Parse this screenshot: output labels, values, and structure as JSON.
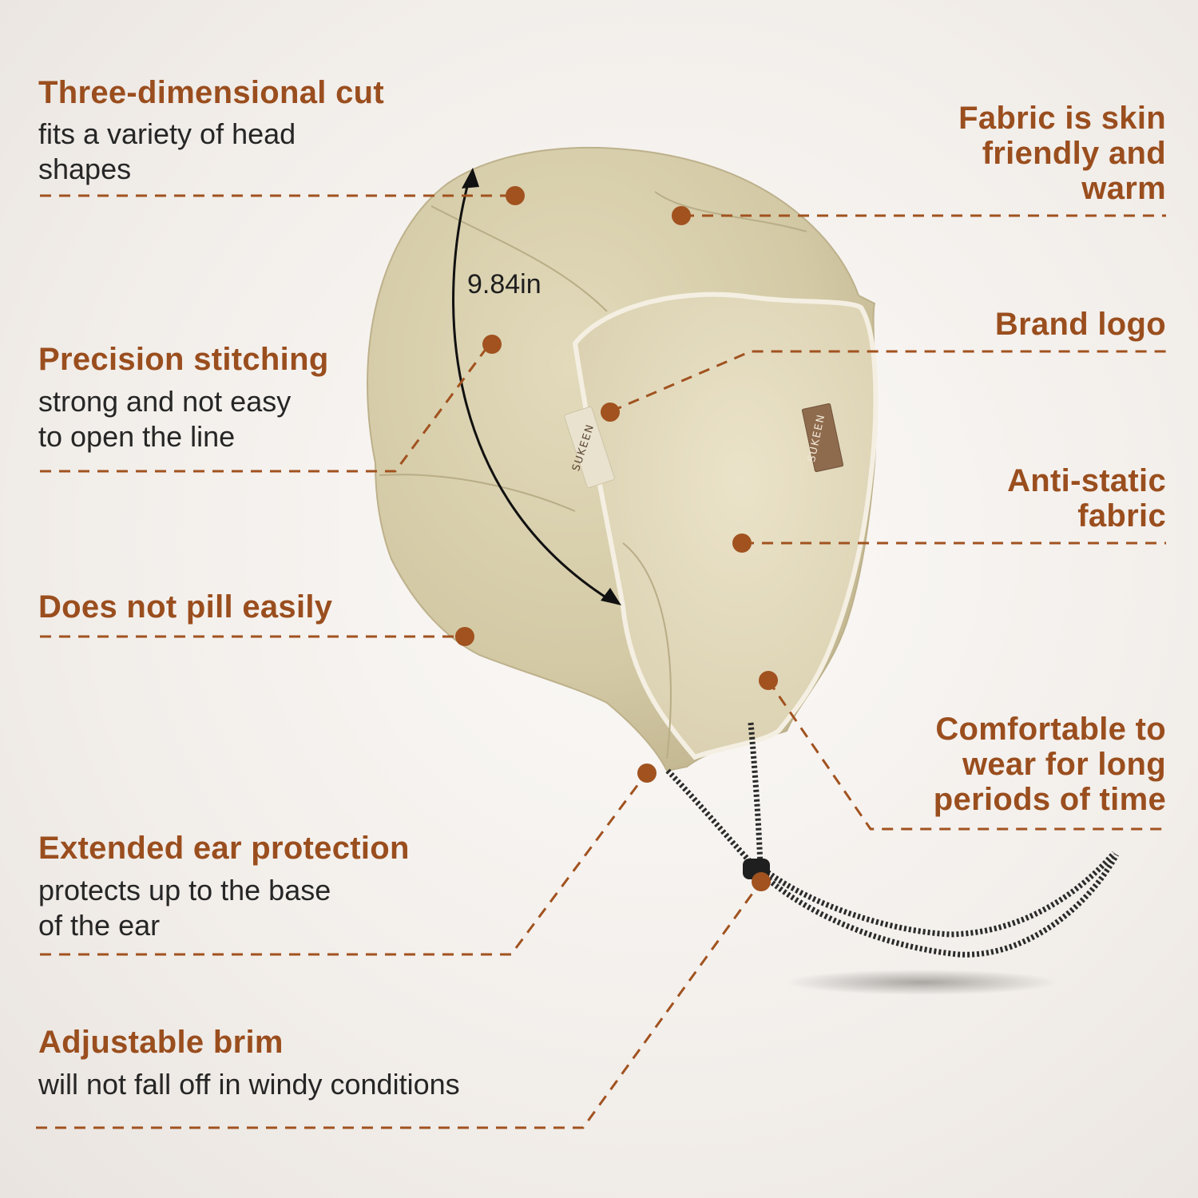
{
  "colors": {
    "accent": "#9a4e1e",
    "leader_dot": "#a1521f",
    "hat_fabric": "#d6cdaa",
    "hat_inner": "#e6ddc0",
    "text_dark": "#262626"
  },
  "dimension": {
    "label": "9.84in"
  },
  "brand": {
    "tag_text": "SUKEEN"
  },
  "features_left": [
    {
      "title": "Three-dimensional cut",
      "desc": "fits a variety of head\nshapes"
    },
    {
      "title": "Precision stitching",
      "desc": "strong and not easy\nto open the line"
    },
    {
      "title": "Does not pill easily",
      "desc": ""
    },
    {
      "title": "Extended ear protection",
      "desc": "protects up to the base\nof the ear"
    },
    {
      "title": "Adjustable brim",
      "desc": "will not fall off in windy conditions"
    }
  ],
  "features_right": [
    {
      "title": "Fabric is skin\nfriendly and\nwarm"
    },
    {
      "title": "Brand logo"
    },
    {
      "title": "Anti-static\nfabric"
    },
    {
      "title": "Comfortable to\nwear for long\nperiods of time"
    }
  ],
  "icons": [
    "arrow-double-headed-icon",
    "leader-dot-icon",
    "drawstring-icon",
    "cord-lock-icon"
  ]
}
